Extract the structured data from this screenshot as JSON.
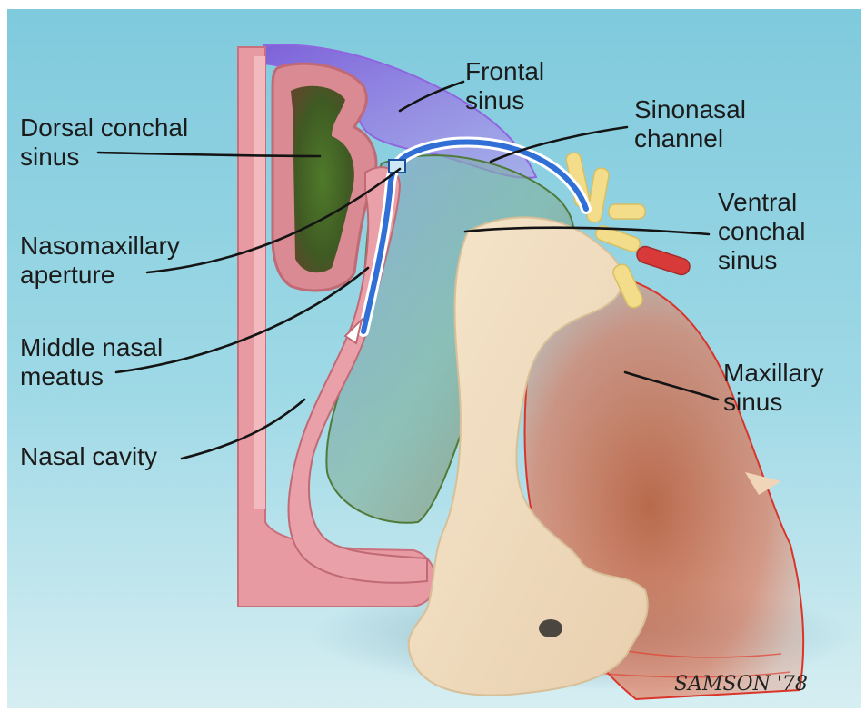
{
  "labels": {
    "dorsal_conchal_sinus": [
      "Dorsal conchal",
      "sinus"
    ],
    "frontal_sinus": [
      "Frontal",
      "sinus"
    ],
    "sinonasal_channel": [
      "Sinonasal",
      "channel"
    ],
    "ventral_conchal_sinus": [
      "Ventral",
      "conchal",
      "sinus"
    ],
    "nasomaxillary_aperture": [
      "Nasomaxillary",
      "aperture"
    ],
    "middle_nasal_meatus": [
      "Middle nasal",
      "meatus"
    ],
    "maxillary_sinus": [
      "Maxillary",
      "sinus"
    ],
    "nasal_cavity": [
      "Nasal cavity"
    ]
  },
  "signature": "SAMSON '78",
  "colors": {
    "background_top": "#8fd4e2",
    "background_bottom": "#cfe9ee",
    "bone": "#f2dcbf",
    "mucosa": "#e8a0a6",
    "frontal_sinus": "#9b5de5",
    "maxillary_sinus": "#d9573a",
    "channel_blue": "#2f6fd6",
    "nerve_yellow": "#f3dd8a",
    "vessel_red": "#d83a3a"
  }
}
